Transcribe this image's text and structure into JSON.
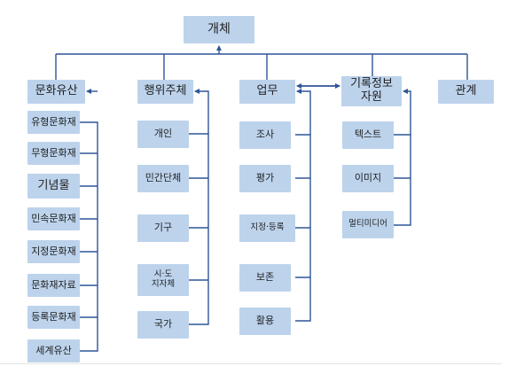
{
  "diagram": {
    "root": "개체",
    "categories": [
      {
        "label": "문화유산",
        "children": [
          "유형문화재",
          "무형문화재",
          "기념물",
          "민속문화재",
          "지정문화재",
          "문화재자료",
          "등록문화재",
          "세계유산"
        ]
      },
      {
        "label": "행위주체",
        "children": [
          "개인",
          "민간단체",
          "기구",
          "시·도\n지자체",
          "국가"
        ]
      },
      {
        "label": "업무",
        "children": [
          "조사",
          "평가",
          "지정·등록",
          "보존",
          "활용"
        ]
      },
      {
        "label": "기록정보\n자원",
        "children": [
          "텍스트",
          "이미지",
          "멀티미디어"
        ]
      },
      {
        "label": "관계",
        "children": []
      }
    ],
    "colors": {
      "box_fill": "#bdd3ec",
      "connector": "#2e5597",
      "text": "#1f1f1f"
    }
  }
}
